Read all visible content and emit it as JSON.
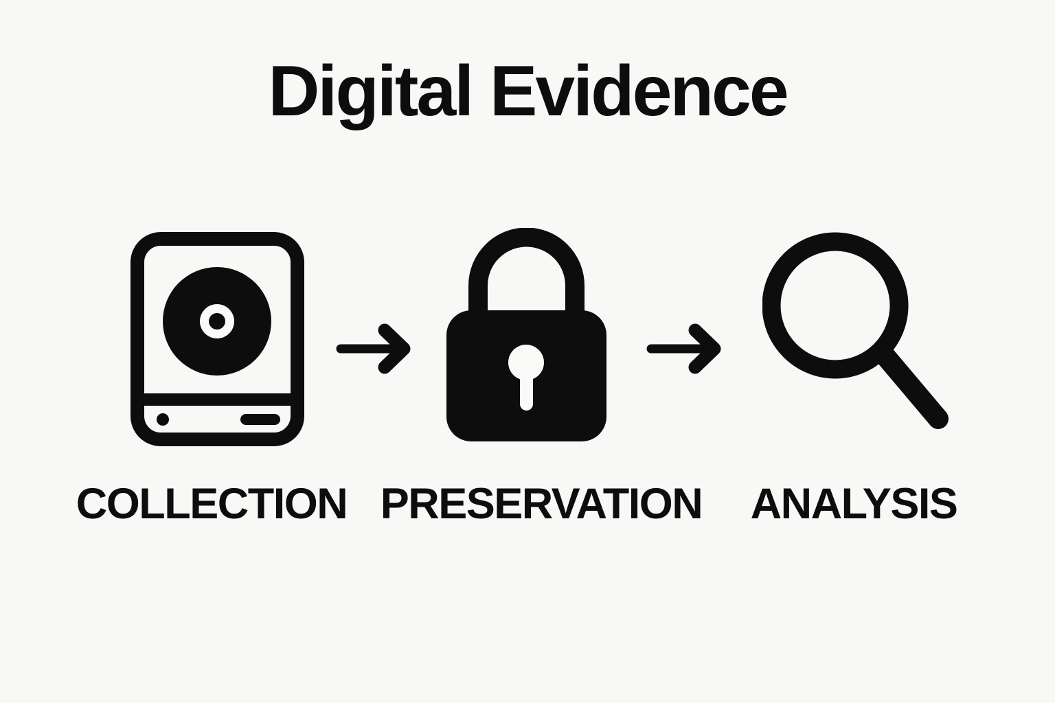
{
  "title": "Digital Evidence",
  "stages": [
    {
      "label": "COLLECTION",
      "icon": "hard-drive-icon"
    },
    {
      "label": "PRESERVATION",
      "icon": "padlock-icon"
    },
    {
      "label": "ANALYSIS",
      "icon": "magnifying-glass-icon"
    }
  ],
  "connectors": [
    {
      "icon": "right-arrow-icon"
    },
    {
      "icon": "right-arrow-icon"
    }
  ],
  "colors": {
    "background": "#f8f8f6",
    "ink": "#0d0d0d",
    "icon_cutout": "#fafaf9"
  }
}
